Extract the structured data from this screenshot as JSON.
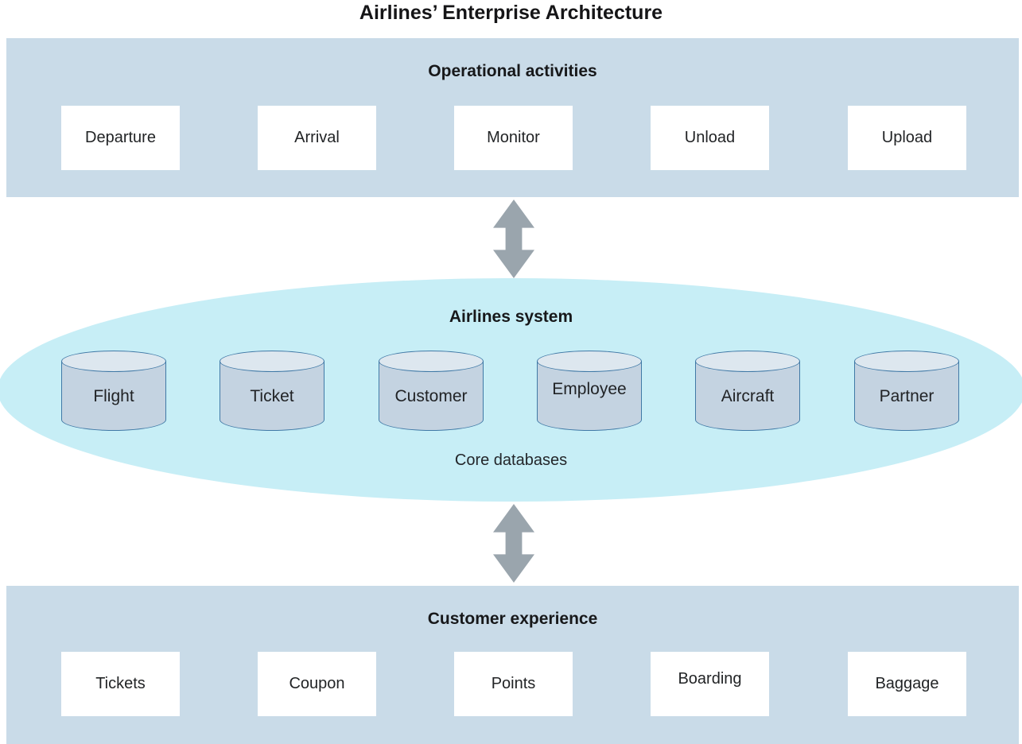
{
  "title": "Airlines’ Enterprise Architecture",
  "colors": {
    "band": "#c9dbe8",
    "ellipse": "#c7eef6",
    "cylinder_body": "#c4d3e1",
    "cylinder_top": "#dde7ef",
    "cylinder_border": "#4079a6",
    "arrow": "#9aa5ad",
    "box": "#ffffff",
    "text": "#17181a"
  },
  "operational": {
    "header": "Operational activities",
    "boxes": [
      "Departure",
      "Arrival",
      "Monitor",
      "Unload",
      "Upload"
    ]
  },
  "system": {
    "header": "Airlines system",
    "caption": "Core databases",
    "databases": [
      "Flight",
      "Ticket",
      "Customer",
      "Employee",
      "Aircraft",
      "Partner"
    ]
  },
  "customer": {
    "header": "Customer experience",
    "boxes": [
      "Tickets",
      "Coupon",
      "Points",
      "Boarding",
      "Baggage"
    ]
  }
}
